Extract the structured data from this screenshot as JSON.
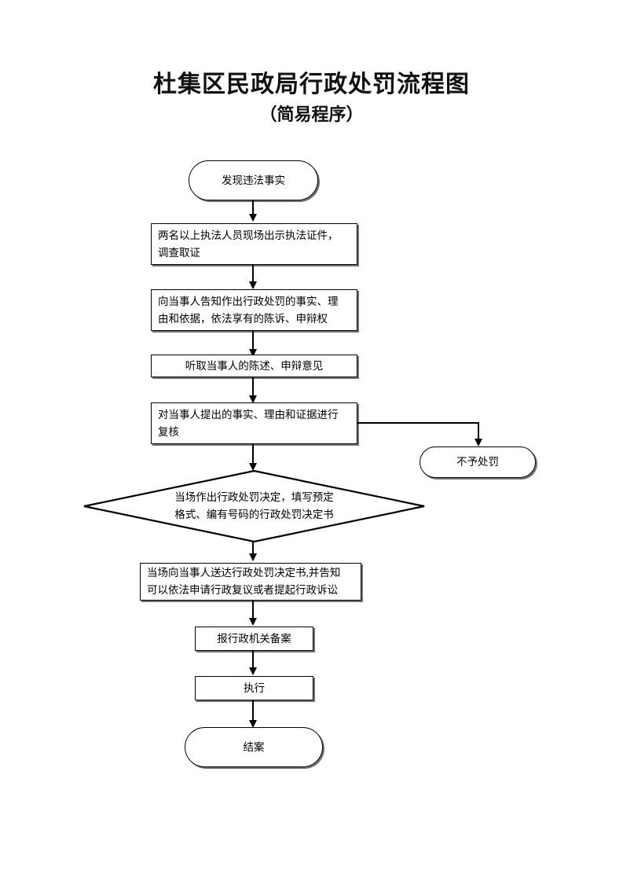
{
  "document": {
    "title": "杜集区民政局行政处罚流程图",
    "subtitle": "（简易程序）"
  },
  "flowchart": {
    "type": "flowchart",
    "orientation": "top-to-bottom",
    "nodes": [
      {
        "id": "n1",
        "shape": "stadium",
        "label": "发现违法事实"
      },
      {
        "id": "n2",
        "shape": "rectangle",
        "label": "两名以上执法人员现场出示执法证件，\n调查取证"
      },
      {
        "id": "n3",
        "shape": "rectangle",
        "label": "向当事人告知作出行政处罚的事实、理\n由和依据，依法享有的陈诉、申辩权"
      },
      {
        "id": "n4",
        "shape": "rectangle",
        "label": "听取当事人的陈述、申辩意见"
      },
      {
        "id": "n5",
        "shape": "rectangle",
        "label": "对当事人提出的事实、理由和证据进行\n复核"
      },
      {
        "id": "n6",
        "shape": "stadium",
        "label": "不予处罚"
      },
      {
        "id": "n7",
        "shape": "diamond",
        "label": "当场作出行政处罚决定，填写预定\n格式、编有号码的行政处罚决定书"
      },
      {
        "id": "n8",
        "shape": "rectangle",
        "label": "当场向当事人送达行政处罚决定书,并告知\n可以依法申请行政复议或者提起行政诉讼"
      },
      {
        "id": "n9",
        "shape": "rectangle",
        "label": "报行政机关备案"
      },
      {
        "id": "n10",
        "shape": "rectangle",
        "label": "执行"
      },
      {
        "id": "n11",
        "shape": "stadium",
        "label": "结案"
      }
    ],
    "edges": [
      {
        "from": "n1",
        "to": "n2",
        "label": ""
      },
      {
        "from": "n2",
        "to": "n3",
        "label": ""
      },
      {
        "from": "n3",
        "to": "n4",
        "label": ""
      },
      {
        "from": "n4",
        "to": "n5",
        "label": ""
      },
      {
        "from": "n5",
        "to": "n6",
        "label": ""
      },
      {
        "from": "n5",
        "to": "n7",
        "label": ""
      },
      {
        "from": "n7",
        "to": "n8",
        "label": ""
      },
      {
        "from": "n8",
        "to": "n9",
        "label": ""
      },
      {
        "from": "n9",
        "to": "n10",
        "label": ""
      },
      {
        "from": "n10",
        "to": "n11",
        "label": ""
      }
    ],
    "colors": {
      "stroke": "#000000",
      "fill": "#ffffff",
      "text": "#000000"
    }
  }
}
